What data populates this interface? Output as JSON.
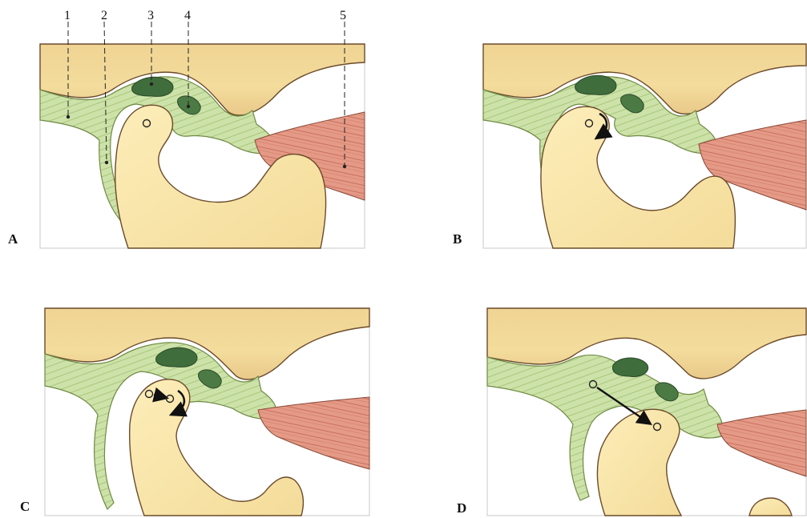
{
  "panels": [
    {
      "letter": "A"
    },
    {
      "letter": "B"
    },
    {
      "letter": "C"
    },
    {
      "letter": "D"
    }
  ],
  "callouts": [
    {
      "number": "1"
    },
    {
      "number": "2"
    },
    {
      "number": "3"
    },
    {
      "number": "4"
    },
    {
      "number": "5"
    }
  ],
  "colors": {
    "bone": "#f3dc9a",
    "bone_dark": "#e2b873",
    "condyle": "#fae8a9",
    "ligament": "#c9dea4",
    "ligament_line": "#7f9a52",
    "disc": "#3f6d3c",
    "muscle": "#e49a86",
    "outline": "#5a3b22",
    "frame": "#bdbdbd"
  }
}
